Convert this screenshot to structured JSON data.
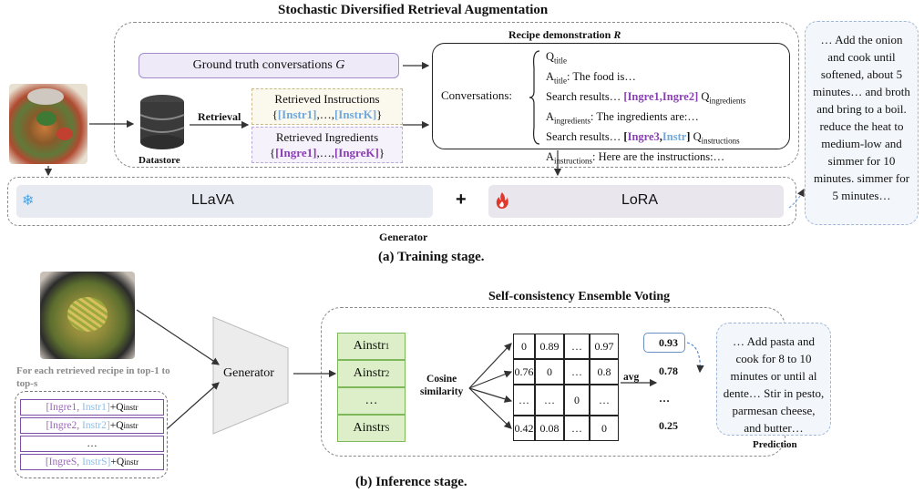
{
  "training": {
    "sdra_title": "Stochastic Diversified Retrieval Augmentation",
    "recipe_demo_title": "Recipe demonstration",
    "recipe_demo_R": "R",
    "ground_truth": "Ground truth conversations",
    "ground_truth_G": "G",
    "datastore": "Datastore",
    "retrieval": "Retrieval",
    "ret_instr_title": "Retrieved Instructions",
    "ret_instr_1": "[Instr1]",
    "ret_instr_k": "[InstrK]",
    "ret_ingre_title": "Retrieved Ingredients",
    "ret_ingre_1": "[Ingre1]",
    "ret_ingre_k": "[IngreK]",
    "conversations": "Conversations:",
    "conv": {
      "q_title": "Q",
      "q_title_sub": "title",
      "a_title": "A",
      "a_title_sub": "title",
      "a_title_text": ": The food is…",
      "search1": "Search results…",
      "search1_tokens": "[Ingre1,Ingre2]",
      "q_ingr": "Q",
      "q_ingr_sub": "ingredients",
      "a_ingr": "A",
      "a_ingr_sub": "ingredients",
      "a_ingr_text": ": The ingredients are:…",
      "search2": "Search results…",
      "search2_ingre": "Ingre3",
      "search2_instr": "Instr",
      "q_instr": "Q",
      "q_instr_sub": "instructions",
      "a_instr": "A",
      "a_instr_sub": "instructions",
      "a_instr_text": ": Here are the instructions:…"
    },
    "llava": "LLaVA",
    "plus": "+",
    "lora": "LoRA",
    "generator": "Generator",
    "output_text": "… Add the onion and cook until softened, about 5 minutes… and broth and bring to a boil. reduce the heat to medium-low and simmer for 10 minutes. simmer for 5 minutes…",
    "caption": "(a) Training stage."
  },
  "inference": {
    "each_retrieved": "For each retrieved recipe in top-1 to top-s",
    "rows": [
      {
        "ingre": "[Ingre1,",
        "instr": "Instr1]",
        "q": "+Q",
        "q_sub": "instr"
      },
      {
        "ingre": "[Ingre2,",
        "instr": "Instr2]",
        "q": "+Q",
        "q_sub": "instr"
      },
      {
        "ingre": "…",
        "instr": "",
        "q": "",
        "q_sub": ""
      },
      {
        "ingre": "[IngreS,",
        "instr": "InstrS]",
        "q": "+Q",
        "q_sub": "instr"
      }
    ],
    "generator": "Generator",
    "voting_title": "Self-consistency Ensemble Voting",
    "ainstr": [
      {
        "label": "Ainstr",
        "sub": "1"
      },
      {
        "label": "Ainstr",
        "sub": "2"
      },
      {
        "label": "…",
        "sub": ""
      },
      {
        "label": "Ainstr",
        "sub": "S"
      }
    ],
    "cosine": "Cosine",
    "similarity": "similarity",
    "matrix": [
      [
        "0",
        "0.89",
        "…",
        "0.97"
      ],
      [
        "0.76",
        "0",
        "…",
        "0.8"
      ],
      [
        "…",
        "…",
        "0",
        "…"
      ],
      [
        "0.42",
        "0.08",
        "…",
        "0"
      ]
    ],
    "avg": "avg",
    "scores": [
      "0.93",
      "0.78",
      "…",
      "0.25"
    ],
    "prediction_text": "… Add pasta and cook for 8 to 10 minutes or until al dente… Stir in pesto, parmesan cheese, and butter…",
    "prediction": "Prediction",
    "caption": "(b) Inference stage."
  },
  "icons": {
    "snowflake": "snowflake-icon",
    "fire": "fire-icon",
    "database": "database-icon"
  },
  "colors": {
    "purple": "#8a3fb3",
    "light_blue": "#6fa8dc",
    "green_fill": "#dcefc9",
    "lora_bg": "#e9e6ee",
    "llava_bg": "#e8eaf2"
  }
}
